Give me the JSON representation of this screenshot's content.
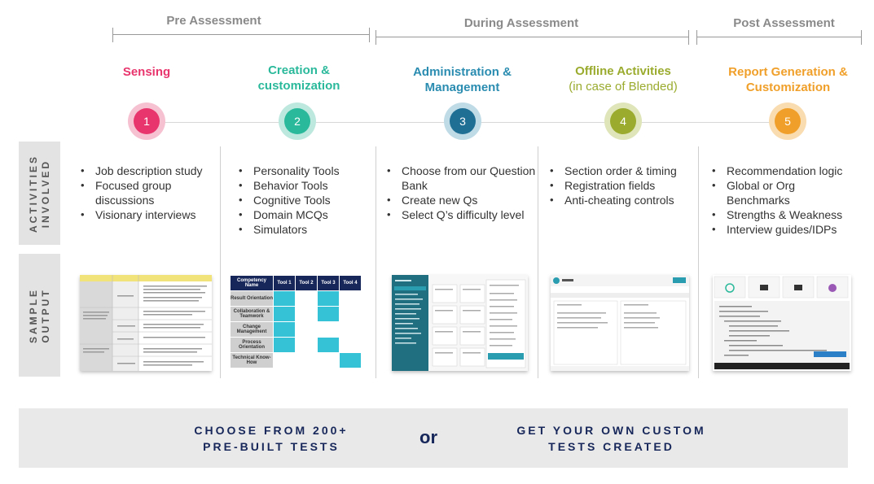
{
  "phases": {
    "pre": "Pre Assessment",
    "during": "During Assessment",
    "post": "Post Assessment"
  },
  "stages": [
    {
      "number": "1",
      "title": "Sensing",
      "subtitle": "",
      "color": "#e8356d",
      "activities": [
        "Job description study",
        "Focused group discussions",
        "Visionary interviews"
      ]
    },
    {
      "number": "2",
      "title": "Creation & customization",
      "subtitle": "",
      "color": "#2bb99b",
      "activities": [
        "Personality Tools",
        "Behavior Tools",
        "Cognitive Tools",
        "Domain MCQs",
        "Simulators"
      ]
    },
    {
      "number": "3",
      "title": "Administration & Management",
      "subtitle": "",
      "color": "#2a8cb0",
      "activities": [
        "Choose from our Question Bank",
        "Create new Qs",
        "Select Q’s difficulty level"
      ]
    },
    {
      "number": "4",
      "title": "Offline Activities",
      "subtitle": "(in case of Blended)",
      "color": "#9aab2e",
      "activities": [
        "Section order & timing",
        "Registration fields",
        "Anti-cheating controls"
      ]
    },
    {
      "number": "5",
      "title": "Report Generation & Customization",
      "subtitle": "",
      "color": "#f0a02a",
      "activities": [
        "Recommendation logic",
        "Global or Org Benchmarks",
        "Strengths & Weakness",
        "Interview guides/IDPs"
      ]
    }
  ],
  "rows": {
    "activities": "ACTIVITIES INVOLVED",
    "sample": "SAMPLE OUTPUT"
  },
  "competency_table": {
    "header": [
      "Competency Name",
      "Tool 1",
      "Tool 2",
      "Tool 3",
      "Tool 4"
    ],
    "rows": [
      {
        "name": "Result Orientation",
        "cells": [
          1,
          0,
          1,
          0
        ]
      },
      {
        "name": "Collaboration & Teamwork",
        "cells": [
          1,
          0,
          1,
          0
        ]
      },
      {
        "name": "Change Management",
        "cells": [
          1,
          0,
          0,
          0
        ]
      },
      {
        "name": "Process Orientation",
        "cells": [
          1,
          0,
          1,
          0
        ]
      },
      {
        "name": "Technical Know-How",
        "cells": [
          0,
          0,
          0,
          1
        ]
      }
    ]
  },
  "banner": {
    "left": "CHOOSE FROM 200+ PRE-BUILT TESTS",
    "or": "or",
    "right": "GET YOUR OWN CUSTOM TESTS CREATED"
  }
}
